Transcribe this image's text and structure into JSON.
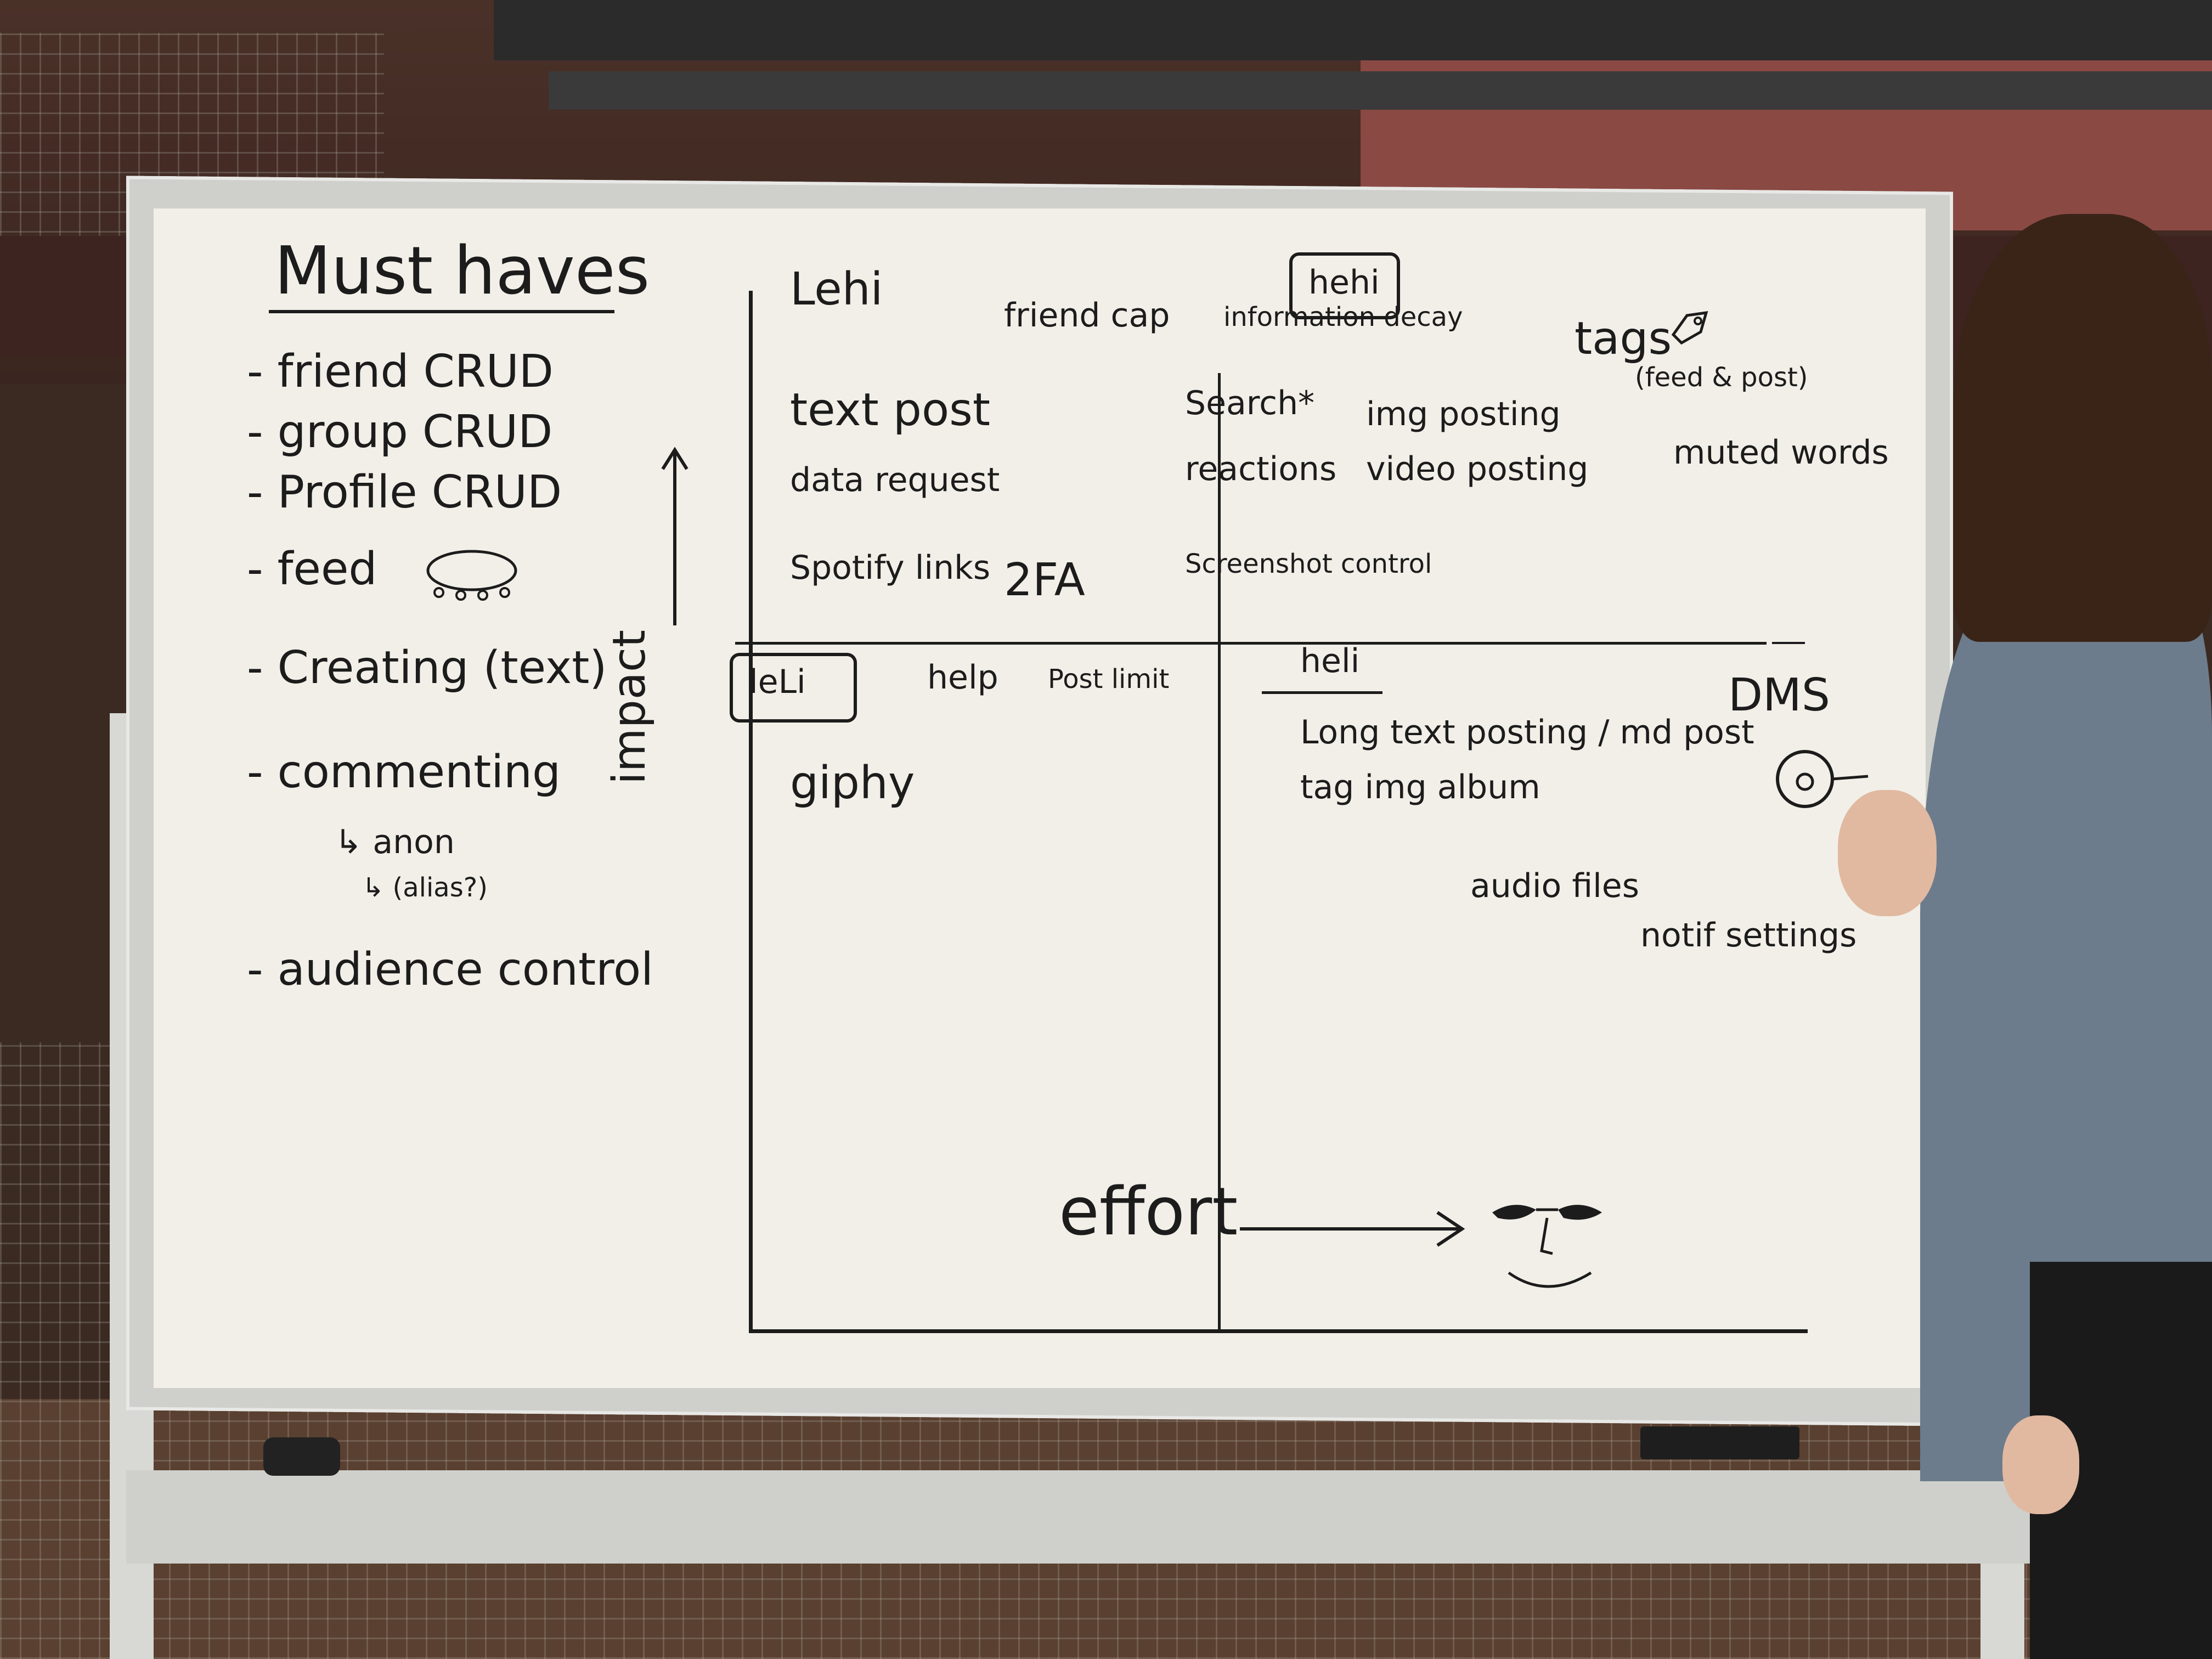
{
  "board": {
    "must_haves": {
      "title": "Must haves",
      "items": [
        "- friend CRUD",
        "- group CRUD",
        "- Profile CRUD",
        "- feed",
        "- Creating (text)",
        "- commenting",
        "↳ anon",
        "↳ (alias?)",
        "- audience control"
      ]
    },
    "matrix": {
      "y_axis": "impact",
      "x_axis": "effort",
      "quadrants": {
        "top_left": {
          "label": "Lehi",
          "items": [
            "friend cap",
            "text post",
            "data request",
            "Spotify links",
            "2FA"
          ]
        },
        "top_mid": {
          "items": [
            "information decay",
            "Search*",
            "reactions",
            "Screenshot control"
          ]
        },
        "top_right": {
          "label": "hehi",
          "items": [
            "tags",
            "(feed & post)",
            "img posting",
            "video posting",
            "muted words"
          ]
        },
        "bottom_left": {
          "label": "leLi",
          "items": [
            "help",
            "Post limit",
            "giphy"
          ]
        },
        "bottom_right": {
          "label": "heli",
          "items": [
            "Long text posting / md post",
            "tag img album",
            "DMS",
            "audio files",
            "notif settings"
          ]
        }
      }
    }
  }
}
